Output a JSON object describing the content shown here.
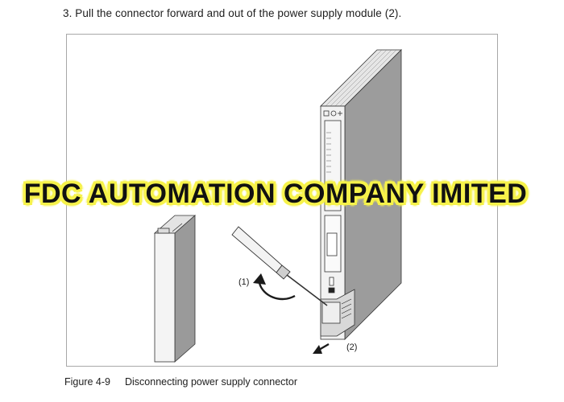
{
  "instruction": {
    "text": "3.  Pull the connector forward and out of the power supply module (2)."
  },
  "figure": {
    "callouts": [
      "(1)",
      "(2)"
    ],
    "caption_number": "Figure 4-9",
    "caption_text": "Disconnecting power supply connector"
  },
  "watermark": {
    "text": "FDC AUTOMATION COMPANY IMITED",
    "color": "#f6f24a"
  }
}
